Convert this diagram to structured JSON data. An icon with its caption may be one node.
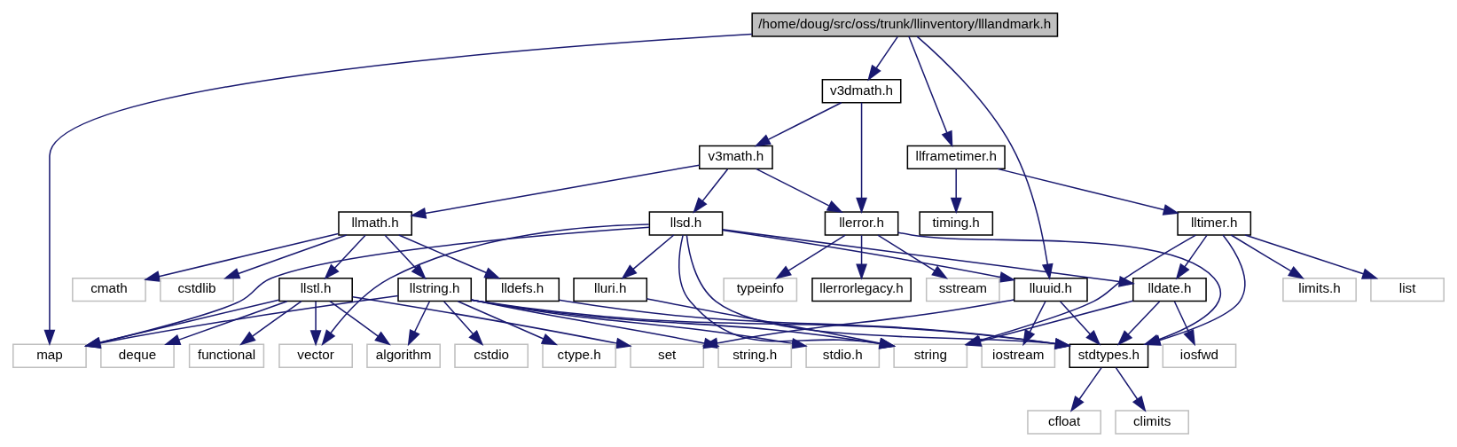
{
  "diagram": {
    "nodes": [
      {
        "text": [
          "/home/doug/src/oss/trunk/llinventory/lllandmark.h"
        ]
      },
      {
        "text": [
          "v3dmath.h"
        ]
      },
      {
        "text": [
          "llframetimer.h"
        ]
      },
      {
        "text": [
          "v3math.h"
        ]
      },
      {
        "text": [
          "llmath.h"
        ]
      },
      {
        "text": [
          "llsd.h"
        ]
      },
      {
        "text": [
          "llerror.h"
        ]
      },
      {
        "text": [
          "lltimer.h"
        ]
      },
      {
        "text": [
          "timing.h"
        ]
      },
      {
        "text": [
          "lluuid.h"
        ]
      },
      {
        "text": [
          "llstl.h"
        ]
      },
      {
        "text": [
          "cmath"
        ]
      },
      {
        "text": [
          "cstdlib"
        ]
      },
      {
        "text": [
          "llstring.h"
        ]
      },
      {
        "text": [
          "lluri.h"
        ]
      },
      {
        "text": [
          "lldefs.h"
        ]
      },
      {
        "text": [
          "llerrorlegacy.h"
        ]
      },
      {
        "text": [
          "sstream"
        ]
      },
      {
        "text": [
          "typeinfo"
        ]
      },
      {
        "text": [
          "lldate.h"
        ]
      },
      {
        "text": [
          "limits.h"
        ]
      },
      {
        "text": [
          "list"
        ]
      },
      {
        "text": [
          "iostream"
        ]
      },
      {
        "text": [
          "set"
        ]
      },
      {
        "text": [
          "functional"
        ]
      },
      {
        "text": [
          "deque"
        ]
      },
      {
        "text": [
          "map"
        ]
      },
      {
        "text": [
          "vector"
        ]
      },
      {
        "text": [
          "algorithm"
        ]
      },
      {
        "text": [
          "stdio.h"
        ]
      },
      {
        "text": [
          "cstdio"
        ]
      },
      {
        "text": [
          "ctype.h"
        ]
      },
      {
        "text": [
          "string.h"
        ]
      },
      {
        "text": [
          "string"
        ]
      },
      {
        "text": [
          "stdtypes.h"
        ]
      },
      {
        "text": [
          "iosfwd"
        ]
      },
      {
        "text": [
          "cfloat"
        ]
      },
      {
        "text": [
          "climits"
        ]
      }
    ],
    "edges": [
      {
        "from": 0,
        "to": 9,
        "arrow": "to"
      },
      {
        "from": 0,
        "to": 26,
        "arrow": "to"
      },
      {
        "from": 0,
        "to": 1,
        "arrow": "to"
      },
      {
        "from": 0,
        "to": 2,
        "arrow": "to"
      },
      {
        "from": 1,
        "to": 3,
        "arrow": "to"
      },
      {
        "from": 1,
        "to": 6,
        "arrow": "to"
      },
      {
        "from": 3,
        "to": 4,
        "arrow": "to"
      },
      {
        "from": 3,
        "to": 5,
        "arrow": "to"
      },
      {
        "from": 3,
        "to": 6,
        "arrow": "to"
      },
      {
        "from": 2,
        "to": 7,
        "arrow": "to"
      },
      {
        "from": 2,
        "to": 8,
        "arrow": "to"
      },
      {
        "from": 4,
        "to": 10,
        "arrow": "to"
      },
      {
        "from": 4,
        "to": 11,
        "arrow": "to"
      },
      {
        "from": 4,
        "to": 12,
        "arrow": "to"
      },
      {
        "from": 4,
        "to": 13,
        "arrow": "to"
      },
      {
        "from": 4,
        "to": 15,
        "arrow": "to"
      },
      {
        "from": 5,
        "to": 9,
        "arrow": "to"
      },
      {
        "from": 5,
        "to": 26,
        "arrow": "to"
      },
      {
        "from": 5,
        "to": 27,
        "arrow": "to"
      },
      {
        "from": 5,
        "to": 14,
        "arrow": "to"
      },
      {
        "from": 5,
        "to": 33,
        "arrow": "to"
      },
      {
        "from": 5,
        "to": 34,
        "arrow": "to"
      },
      {
        "from": 5,
        "to": 19,
        "arrow": "to"
      },
      {
        "from": 6,
        "to": 16,
        "arrow": "to"
      },
      {
        "from": 6,
        "to": 17,
        "arrow": "to"
      },
      {
        "from": 6,
        "to": 18,
        "arrow": "to"
      },
      {
        "from": 6,
        "to": 34,
        "arrow": "to"
      },
      {
        "from": 7,
        "to": 33,
        "arrow": "to"
      },
      {
        "from": 7,
        "to": 19,
        "arrow": "to"
      },
      {
        "from": 7,
        "to": 20,
        "arrow": "to"
      },
      {
        "from": 7,
        "to": 21,
        "arrow": "to"
      },
      {
        "from": 7,
        "to": 34,
        "arrow": "to"
      },
      {
        "from": 9,
        "to": 22,
        "arrow": "to"
      },
      {
        "from": 9,
        "to": 23,
        "arrow": "to"
      },
      {
        "from": 9,
        "to": 34,
        "arrow": "to"
      },
      {
        "from": 10,
        "to": 23,
        "arrow": "to"
      },
      {
        "from": 10,
        "to": 24,
        "arrow": "to"
      },
      {
        "from": 10,
        "to": 25,
        "arrow": "to"
      },
      {
        "from": 10,
        "to": 26,
        "arrow": "to"
      },
      {
        "from": 10,
        "to": 27,
        "arrow": "to"
      },
      {
        "from": 10,
        "to": 28,
        "arrow": "to"
      },
      {
        "from": 13,
        "to": 26,
        "arrow": "to"
      },
      {
        "from": 13,
        "to": 28,
        "arrow": "to"
      },
      {
        "from": 13,
        "to": 29,
        "arrow": "to"
      },
      {
        "from": 13,
        "to": 30,
        "arrow": "to"
      },
      {
        "from": 13,
        "to": 31,
        "arrow": "to"
      },
      {
        "from": 13,
        "to": 32,
        "arrow": "to"
      },
      {
        "from": 13,
        "to": 33,
        "arrow": "to"
      },
      {
        "from": 13,
        "to": 34,
        "arrow": "to"
      },
      {
        "from": 14,
        "to": 33,
        "arrow": "to"
      },
      {
        "from": 15,
        "to": 34,
        "arrow": "to"
      },
      {
        "from": 19,
        "to": 33,
        "arrow": "to"
      },
      {
        "from": 19,
        "to": 34,
        "arrow": "to"
      },
      {
        "from": 19,
        "to": 35,
        "arrow": "to"
      },
      {
        "from": 34,
        "to": 36,
        "arrow": "to"
      },
      {
        "from": 34,
        "to": 37,
        "arrow": "to"
      }
    ]
  }
}
